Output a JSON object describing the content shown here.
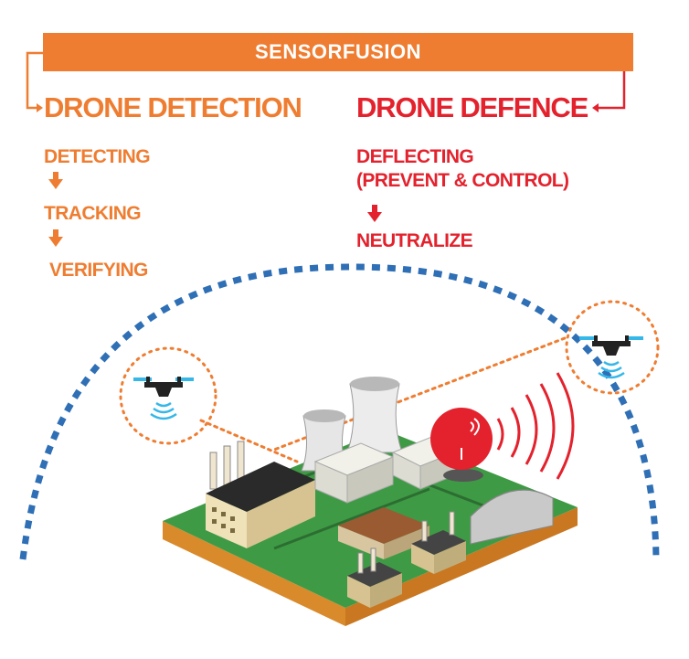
{
  "banner": {
    "label": "SENSORFUSION"
  },
  "detection": {
    "title": "DRONE DETECTION",
    "steps": [
      "DETECTING",
      "TRACKING",
      "VERIFYING"
    ]
  },
  "defence": {
    "title": "DRONE DEFENCE",
    "steps": [
      "DEFLECTING",
      "(PREVENT & CONTROL)",
      "NEUTRALIZE"
    ]
  },
  "colors": {
    "orange": "#ef7d31",
    "red": "#e3222d",
    "blue": "#2f6fb5",
    "drone_blue": "#35b7e8",
    "board_green": "#3f9a45",
    "board_edge": "#d98a2b"
  },
  "icons": [
    "drone-icon",
    "signal-icon",
    "jammer-icon",
    "arrow-down-icon",
    "bracket-arrow-icon"
  ]
}
